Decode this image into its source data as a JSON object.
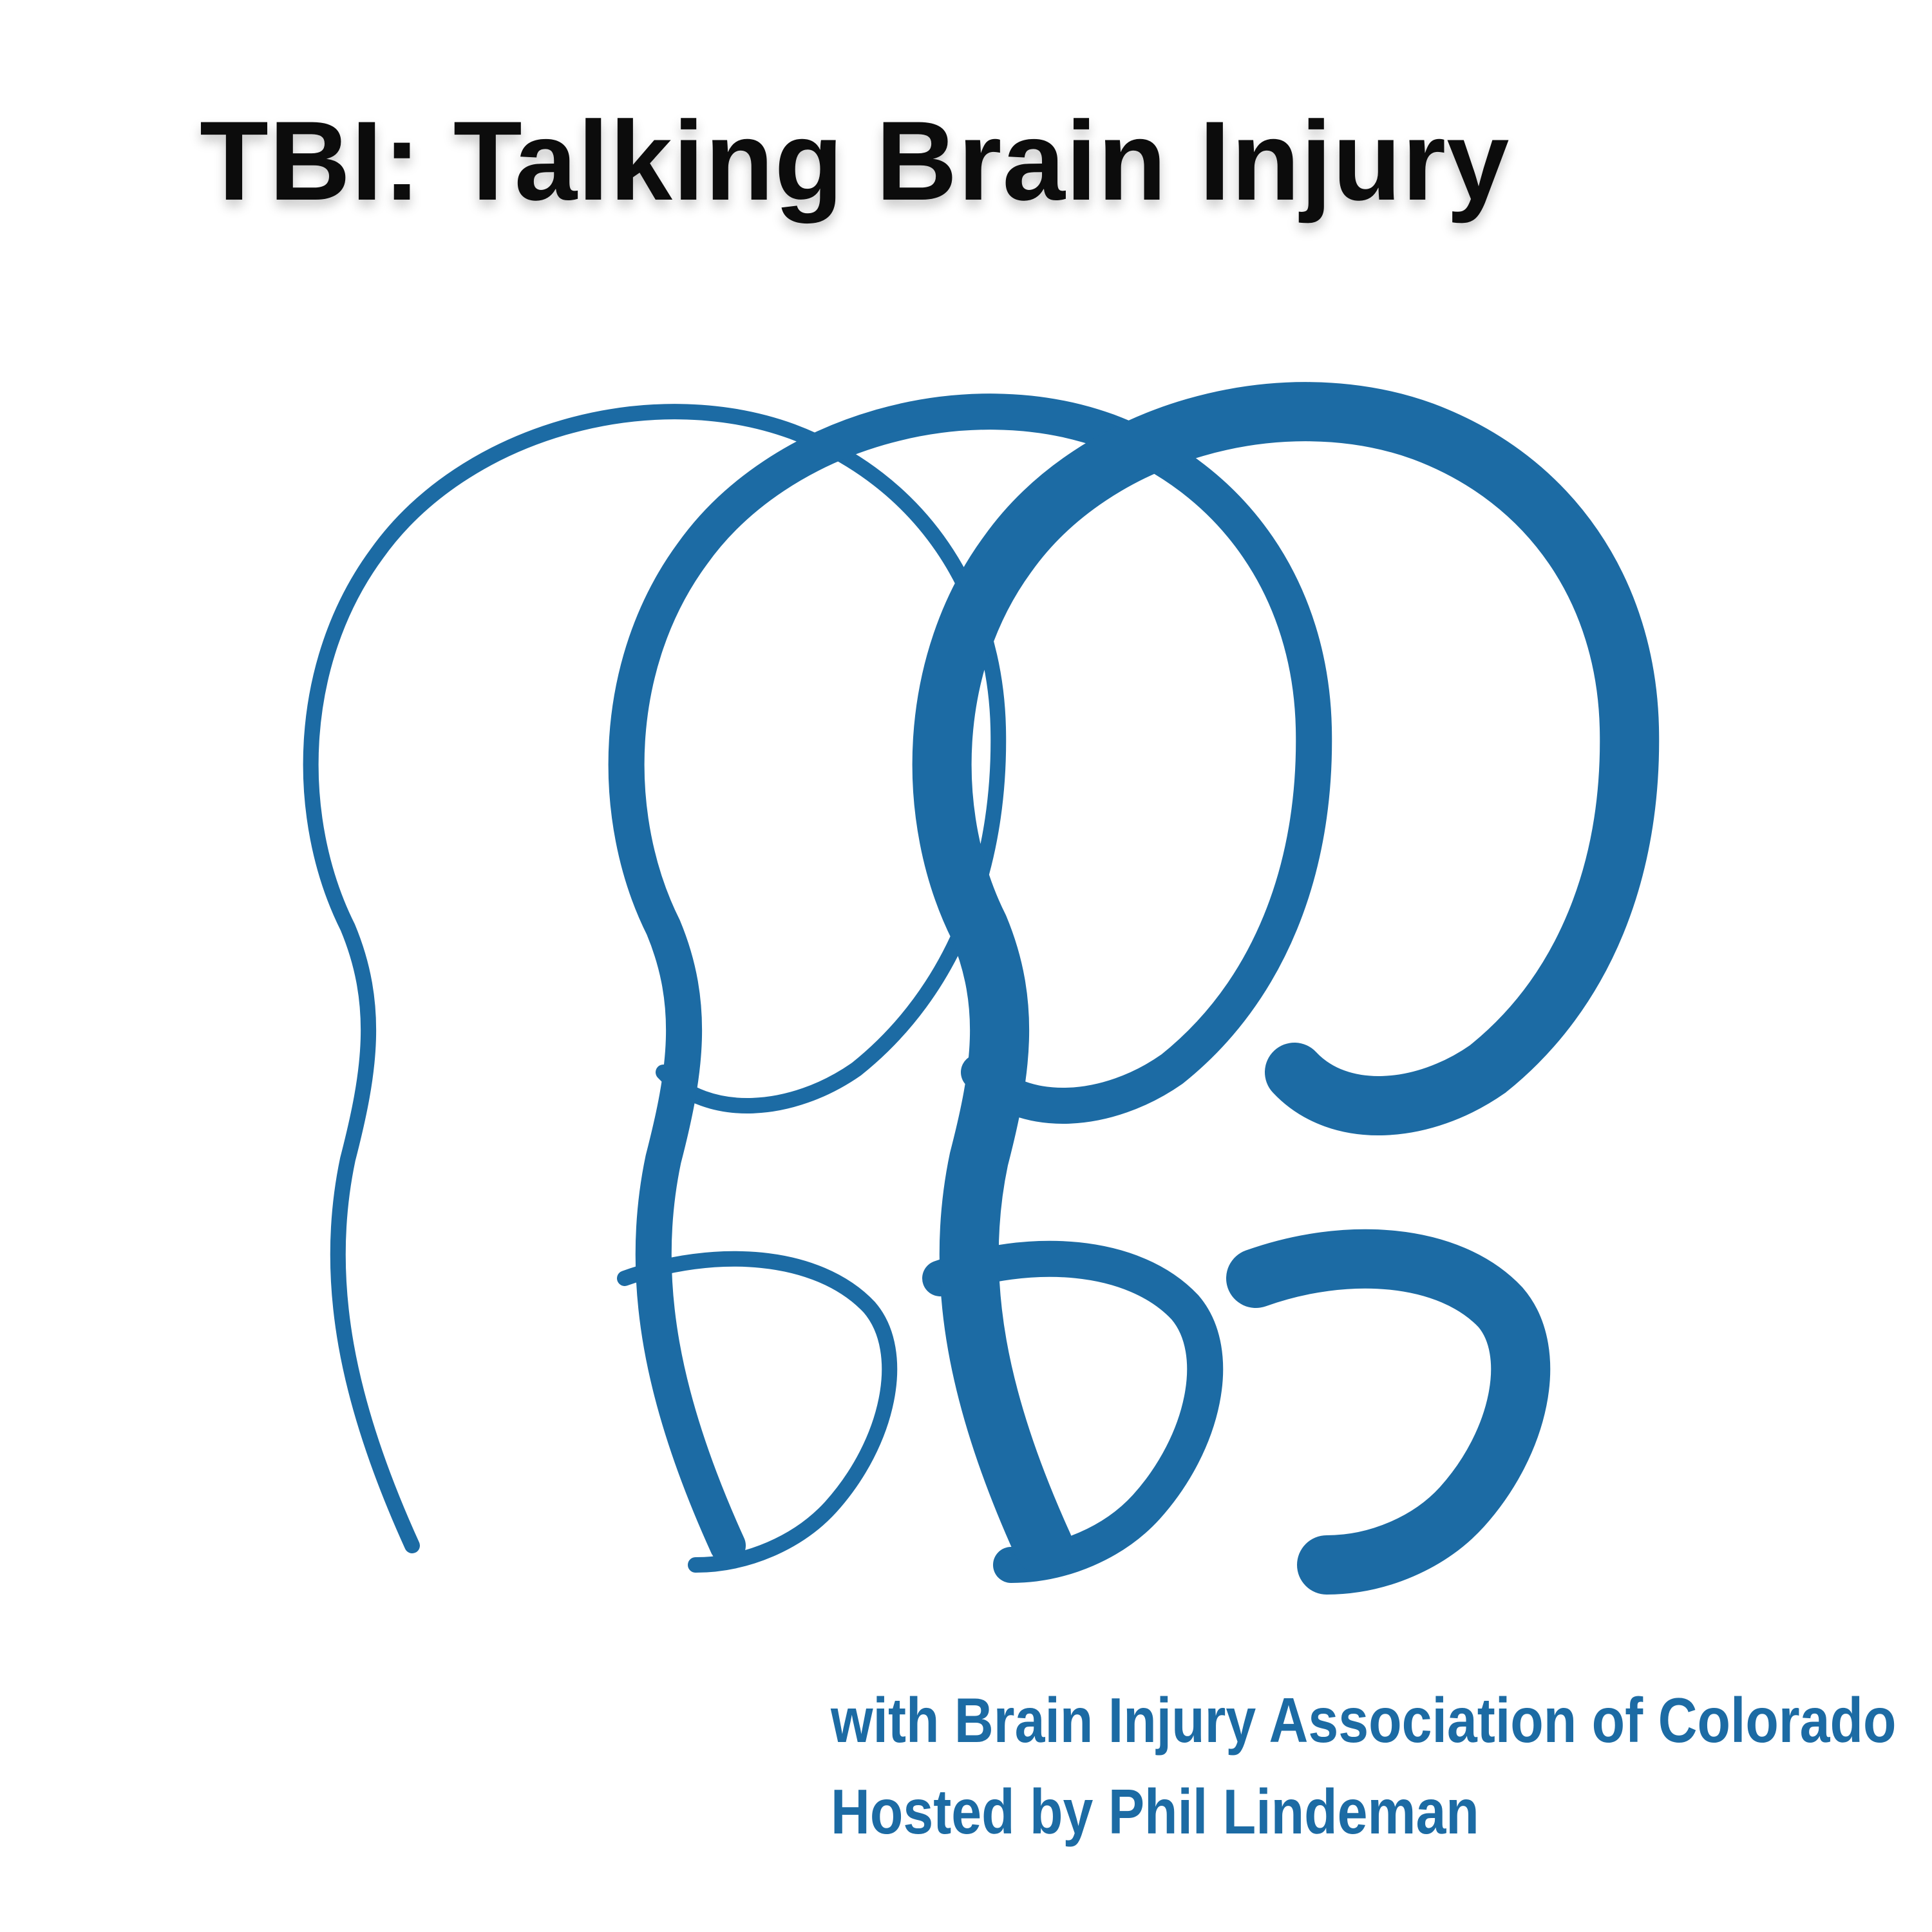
{
  "cover": {
    "title": "TBI: Talking Brain Injury",
    "credit_line1": "with Brain Injury Association of Colorado",
    "credit_line2": "Hosted by Phil Lindeman"
  },
  "colors": {
    "accent_blue": "#1c6ba4",
    "title_black": "#0c0c0c",
    "background": "#ffffff"
  },
  "artwork": {
    "icon_name": "three-overlapping-head-profile-outlines",
    "stroke_widths": [
      24,
      56,
      92
    ]
  }
}
